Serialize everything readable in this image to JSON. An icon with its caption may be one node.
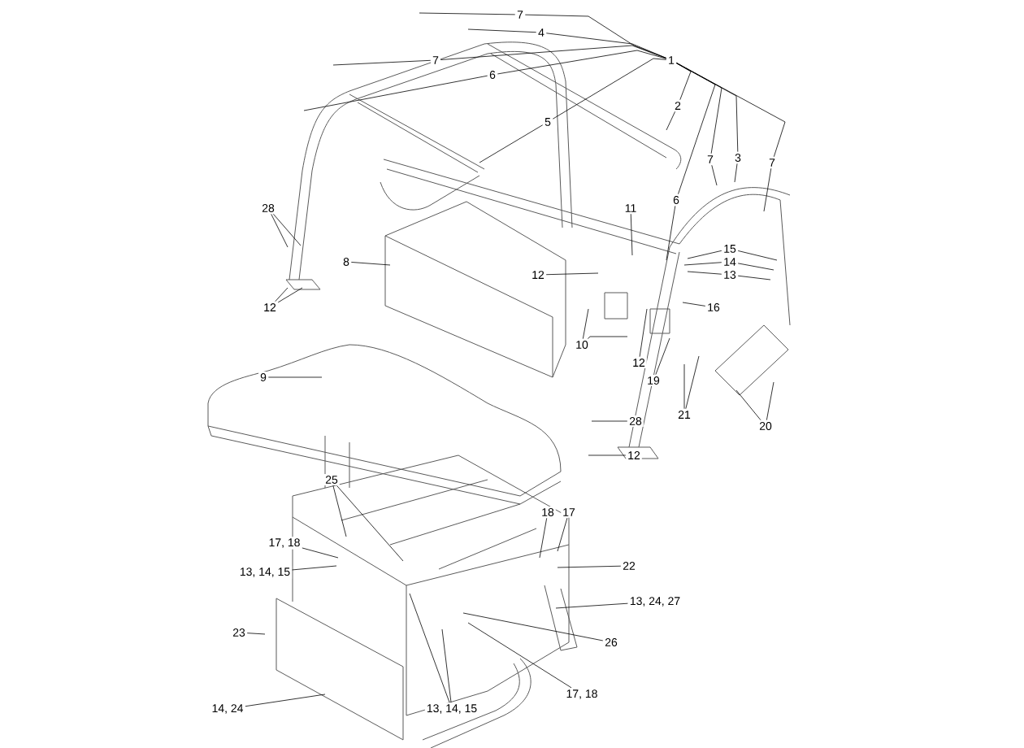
{
  "diagram": {
    "nodes": [
      {
        "text": [
          "7"
        ]
      },
      {
        "text": [
          "4"
        ]
      },
      {
        "text": [
          "7"
        ]
      },
      {
        "text": [
          "6"
        ]
      },
      {
        "text": [
          "5"
        ]
      },
      {
        "text": [
          "1"
        ]
      },
      {
        "text": [
          "2"
        ]
      },
      {
        "text": [
          "7"
        ]
      },
      {
        "text": [
          "3"
        ]
      },
      {
        "text": [
          "7"
        ]
      },
      {
        "text": [
          "6"
        ]
      },
      {
        "text": [
          "28"
        ]
      },
      {
        "text": [
          "8"
        ]
      },
      {
        "text": [
          "11"
        ]
      },
      {
        "text": [
          "12"
        ]
      },
      {
        "text": [
          "15"
        ]
      },
      {
        "text": [
          "14"
        ]
      },
      {
        "text": [
          "13"
        ]
      },
      {
        "text": [
          "16"
        ]
      },
      {
        "text": [
          "12"
        ]
      },
      {
        "text": [
          "10"
        ]
      },
      {
        "text": [
          "12"
        ]
      },
      {
        "text": [
          "19"
        ]
      },
      {
        "text": [
          "9"
        ]
      },
      {
        "text": [
          "21"
        ]
      },
      {
        "text": [
          "28"
        ]
      },
      {
        "text": [
          "20"
        ]
      },
      {
        "text": [
          "12"
        ]
      },
      {
        "text": [
          "25"
        ]
      },
      {
        "text": [
          "18"
        ]
      },
      {
        "text": [
          "17"
        ]
      },
      {
        "text": [
          "17, 18"
        ]
      },
      {
        "text": [
          "22"
        ]
      },
      {
        "text": [
          "13, 14, 15"
        ]
      },
      {
        "text": [
          "13, 24, 27"
        ]
      },
      {
        "text": [
          "23"
        ]
      },
      {
        "text": [
          "26"
        ]
      },
      {
        "text": [
          "17, 18"
        ]
      },
      {
        "text": [
          "14, 24"
        ]
      },
      {
        "text": [
          "13, 14, 15"
        ]
      }
    ],
    "edges": [
      {
        "from": 0,
        "to": null,
        "arrow": "none"
      },
      {
        "from": 0,
        "to": 5,
        "arrow": "none"
      },
      {
        "from": 1,
        "to": null,
        "arrow": "none"
      },
      {
        "from": 1,
        "to": 5,
        "arrow": "none"
      },
      {
        "from": 2,
        "to": null,
        "arrow": "none"
      },
      {
        "from": 2,
        "to": 5,
        "arrow": "none"
      },
      {
        "from": 3,
        "to": null,
        "arrow": "none"
      },
      {
        "from": 3,
        "to": 5,
        "arrow": "none"
      },
      {
        "from": 4,
        "to": null,
        "arrow": "none"
      },
      {
        "from": 4,
        "to": 5,
        "arrow": "none"
      },
      {
        "from": 6,
        "to": null,
        "arrow": "none"
      },
      {
        "from": 6,
        "to": 5,
        "arrow": "none"
      },
      {
        "from": 7,
        "to": null,
        "arrow": "none"
      },
      {
        "from": 7,
        "to": 5,
        "arrow": "none"
      },
      {
        "from": 8,
        "to": null,
        "arrow": "none"
      },
      {
        "from": 8,
        "to": 5,
        "arrow": "none"
      },
      {
        "from": 9,
        "to": null,
        "arrow": "none"
      },
      {
        "from": 9,
        "to": 5,
        "arrow": "none"
      },
      {
        "from": 10,
        "to": null,
        "arrow": "none"
      },
      {
        "from": 10,
        "to": 5,
        "arrow": "none"
      },
      {
        "from": 11,
        "to": null,
        "arrow": "none"
      },
      {
        "from": 11,
        "to": null,
        "arrow": "none"
      },
      {
        "from": 12,
        "to": null,
        "arrow": "none"
      },
      {
        "from": 13,
        "to": null,
        "arrow": "none"
      },
      {
        "from": 14,
        "to": null,
        "arrow": "none"
      },
      {
        "from": 15,
        "to": null,
        "arrow": "none"
      },
      {
        "from": 15,
        "to": null,
        "arrow": "none"
      },
      {
        "from": 16,
        "to": null,
        "arrow": "none"
      },
      {
        "from": 16,
        "to": null,
        "arrow": "none"
      },
      {
        "from": 17,
        "to": null,
        "arrow": "none"
      },
      {
        "from": 17,
        "to": null,
        "arrow": "none"
      },
      {
        "from": 18,
        "to": null,
        "arrow": "none"
      },
      {
        "from": 19,
        "to": null,
        "arrow": "none"
      },
      {
        "from": 19,
        "to": null,
        "arrow": "none"
      },
      {
        "from": 20,
        "to": null,
        "arrow": "none"
      },
      {
        "from": 20,
        "to": null,
        "arrow": "none"
      },
      {
        "from": 21,
        "to": null,
        "arrow": "none"
      },
      {
        "from": 22,
        "to": null,
        "arrow": "none"
      },
      {
        "from": 23,
        "to": null,
        "arrow": "none"
      },
      {
        "from": 24,
        "to": null,
        "arrow": "none"
      },
      {
        "from": 24,
        "to": null,
        "arrow": "none"
      },
      {
        "from": 25,
        "to": null,
        "arrow": "none"
      },
      {
        "from": 26,
        "to": null,
        "arrow": "none"
      },
      {
        "from": 26,
        "to": null,
        "arrow": "none"
      },
      {
        "from": 27,
        "to": null,
        "arrow": "none"
      },
      {
        "from": 28,
        "to": null,
        "arrow": "none"
      },
      {
        "from": 28,
        "to": null,
        "arrow": "none"
      },
      {
        "from": 29,
        "to": null,
        "arrow": "none"
      },
      {
        "from": 30,
        "to": null,
        "arrow": "none"
      },
      {
        "from": 31,
        "to": null,
        "arrow": "none"
      },
      {
        "from": 32,
        "to": null,
        "arrow": "none"
      },
      {
        "from": 33,
        "to": null,
        "arrow": "none"
      },
      {
        "from": 34,
        "to": null,
        "arrow": "none"
      },
      {
        "from": 35,
        "to": null,
        "arrow": "none"
      },
      {
        "from": 36,
        "to": null,
        "arrow": "none"
      },
      {
        "from": 37,
        "to": null,
        "arrow": "none"
      },
      {
        "from": 38,
        "to": null,
        "arrow": "none"
      },
      {
        "from": 39,
        "to": null,
        "arrow": "none"
      },
      {
        "from": 39,
        "to": null,
        "arrow": "none"
      }
    ]
  }
}
